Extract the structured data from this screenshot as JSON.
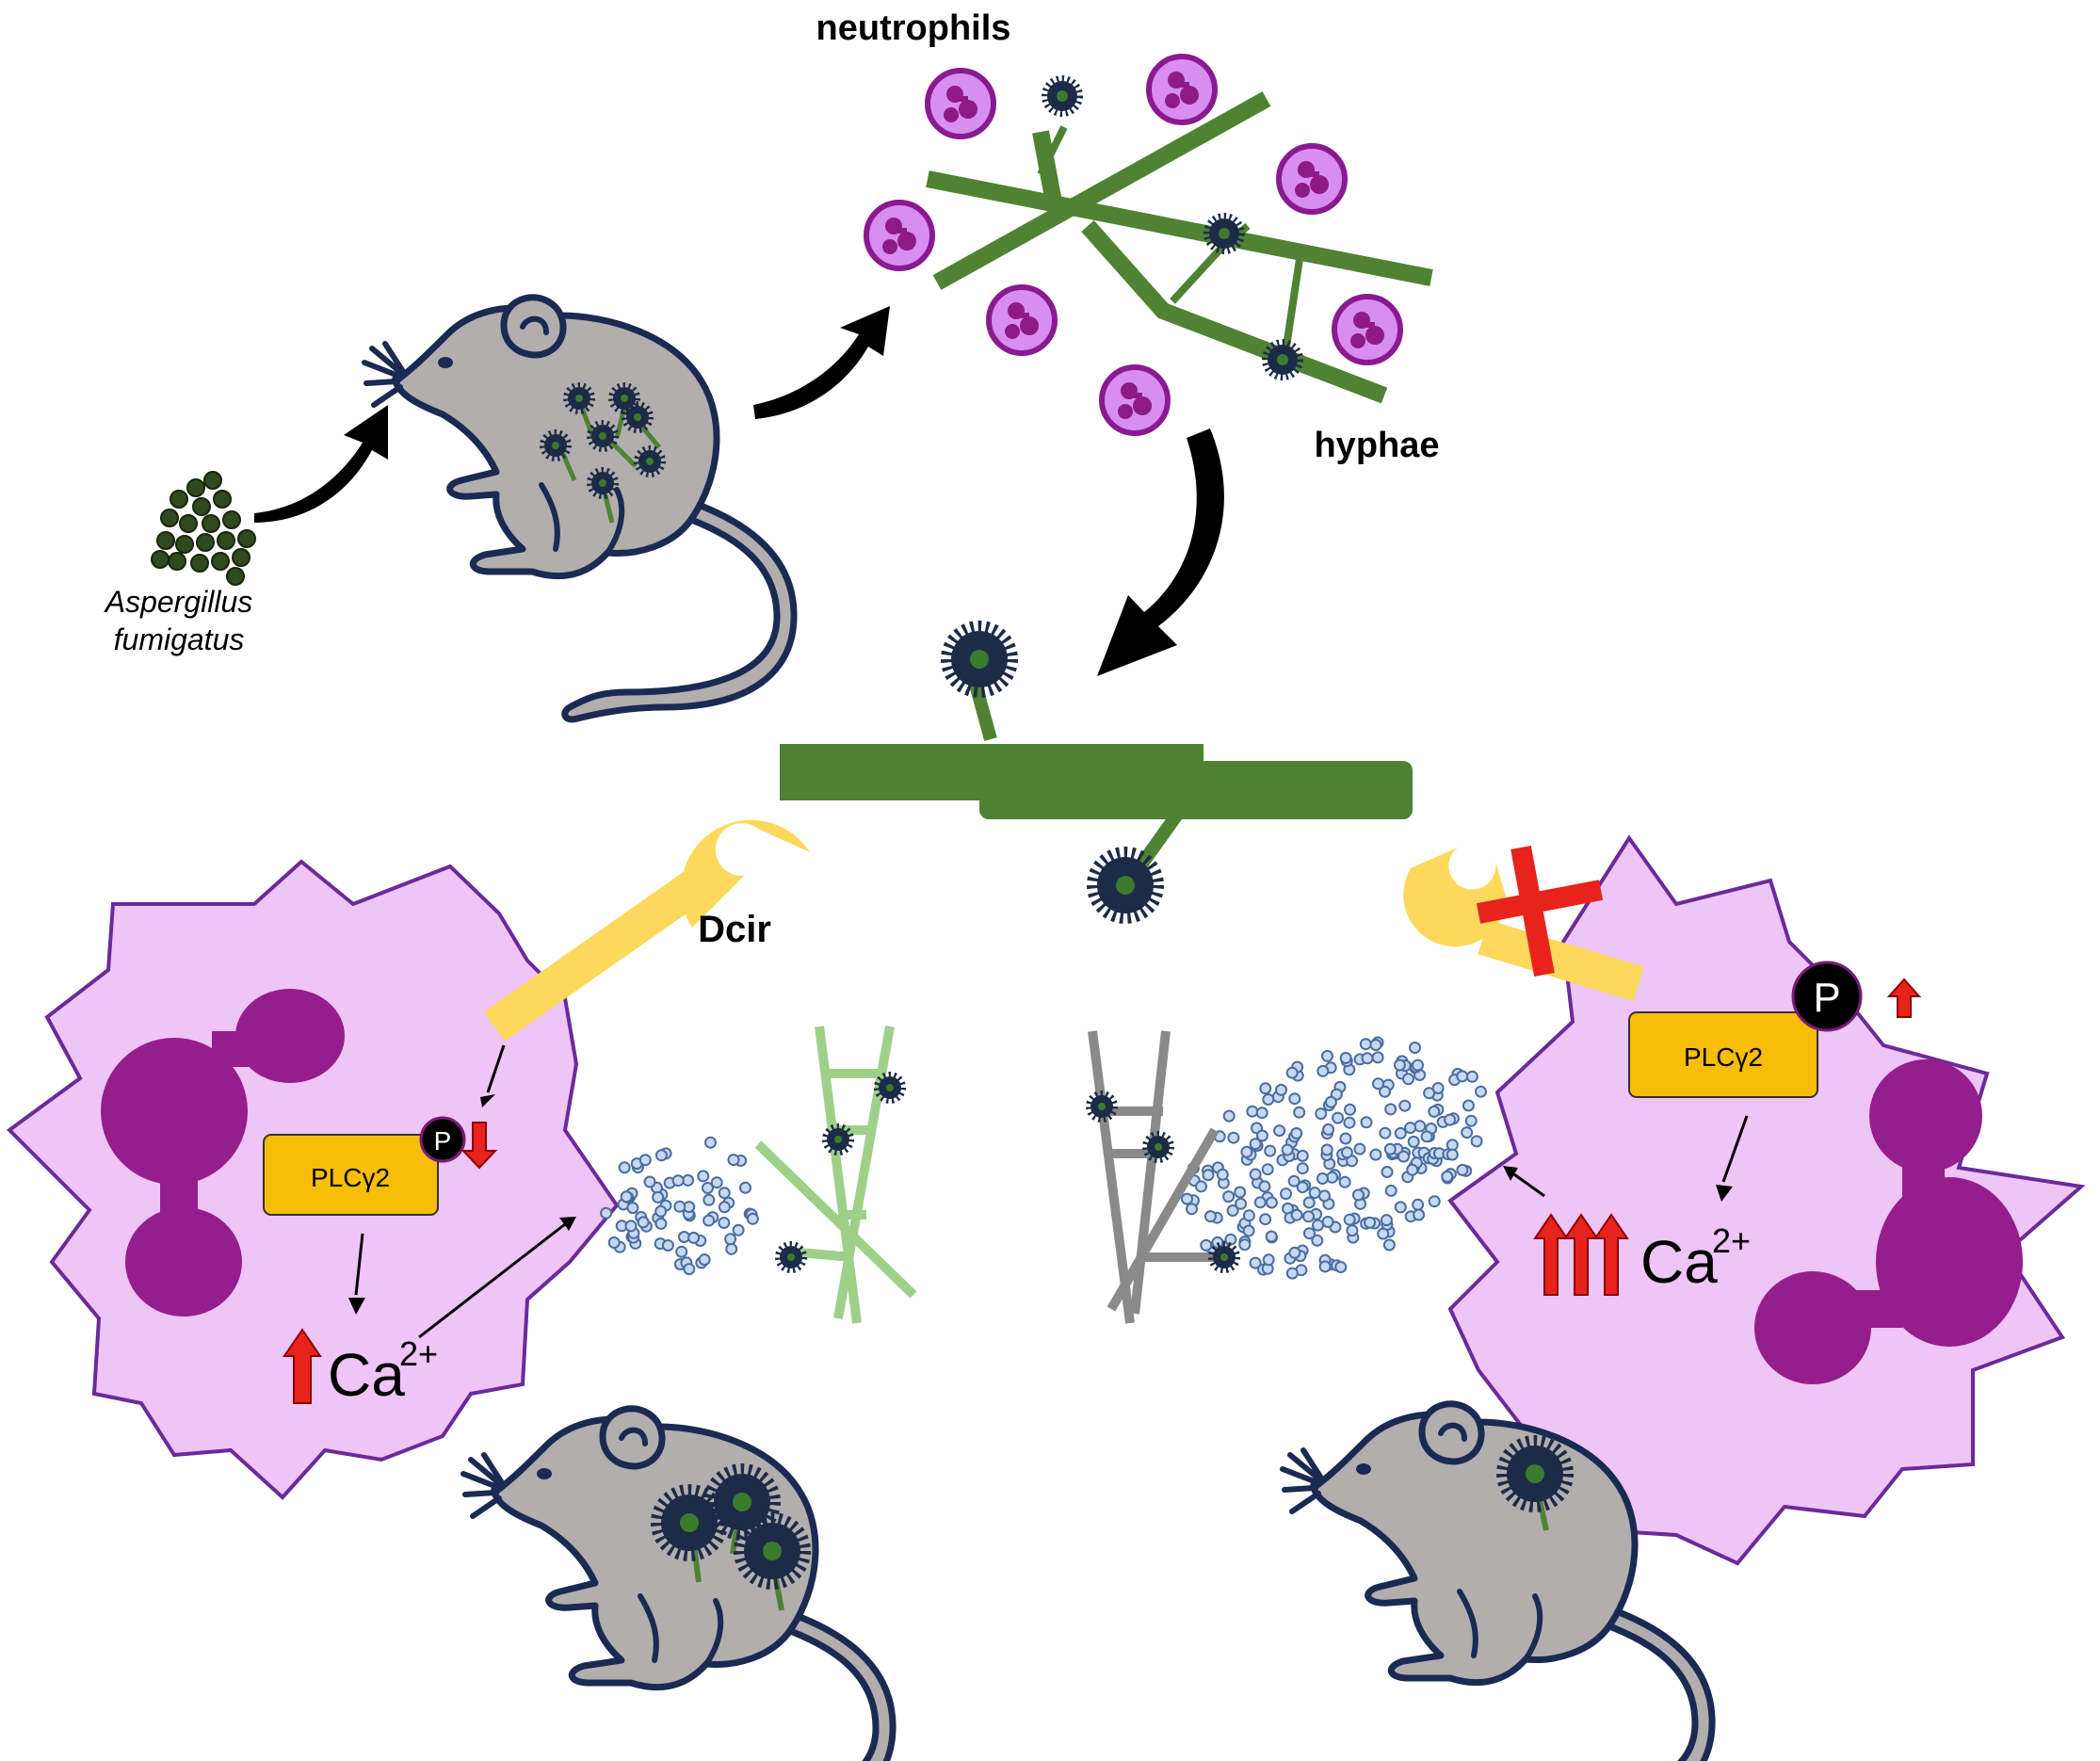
{
  "labels": {
    "spores": "Aspergillus",
    "spores_line2": "fumigatus",
    "neutrophils": "neutrophils",
    "hyphae": "hyphae",
    "receptor": "Dcir",
    "enzyme_left": "PLCγ2",
    "enzyme_right": "PLCγ2",
    "phospho_left": "P",
    "phospho_right": "P",
    "calcium_left": "Ca",
    "calcium_left_sup": "2+",
    "calcium_right": "Ca",
    "calcium_right_sup": "2+"
  },
  "colors": {
    "hypha_green": "#4f8232",
    "light_hypha": "#9fd08a",
    "grey_hypha": "#8a8a8a",
    "conidia_dark": "#1c2b47",
    "neutrophil_fill": "#d88ef0",
    "big_cell_fill": "#efc4f7",
    "nucleus": "#951d8c",
    "receptor_yellow": "#fdd85a",
    "plc_box": "#f7bd07",
    "mouse_fill": "#b2aeae",
    "mouse_outline": "#1a2a52",
    "red_arrow": "#e8231b",
    "dot_fill": "#c6d8f2"
  },
  "icons": {
    "inhibition_mark": "red-cross-icon",
    "flow_arrows": "curved-arrow-icon",
    "spore_cluster": "spores-icon",
    "conidiophore": "conidiophore-icon"
  }
}
